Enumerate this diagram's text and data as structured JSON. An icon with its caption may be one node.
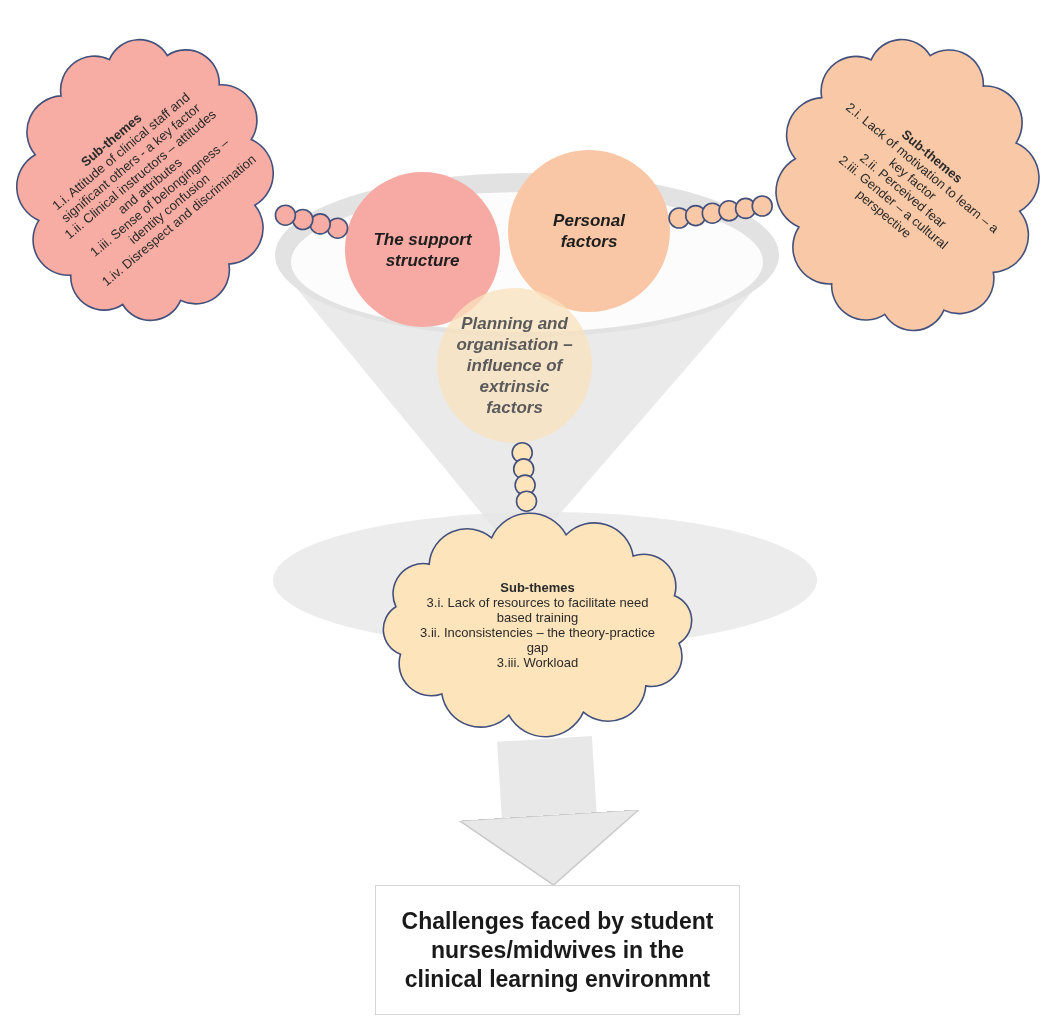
{
  "diagram": {
    "nodes": [
      {
        "text": [
          "Sub-themes",
          "1.i. Attitude of clinical staff and significant others - a key factor",
          "1.ii. Clinical instructors – attitudes and attributes",
          "1.iii. Sense of belongingness – identity confusion",
          "1.iv. Disrespect and discrimination"
        ]
      },
      {
        "text": [
          "Sub-themes",
          "2.i. Lack of motivation to learn – a key factor",
          "2.ii. Perceived fear",
          "2.iii. Gender – a cultural perspective"
        ]
      },
      {
        "text": [
          "The support structure"
        ]
      },
      {
        "text": [
          "Personal factors"
        ]
      },
      {
        "text": [
          "Planning and organisation – influence of extrinsic factors"
        ]
      },
      {
        "text": [
          "Sub-themes",
          "3.i. Lack of resources to facilitate need based training",
          "3.ii. Inconsistencies – the theory-practice gap",
          "3.iii. Workload"
        ]
      },
      {
        "text": [
          "Challenges faced by student nurses/midwives in the clinical learning environmnt"
        ]
      }
    ],
    "edges": [
      {
        "from": 2,
        "to": 0,
        "arrow": "other"
      },
      {
        "from": 3,
        "to": 1,
        "arrow": "other"
      },
      {
        "from": 4,
        "to": 5,
        "arrow": "other"
      },
      {
        "from": 5,
        "to": 6,
        "arrow": "to",
        "style": "thick",
        "color": "#e8e8e8"
      }
    ]
  }
}
